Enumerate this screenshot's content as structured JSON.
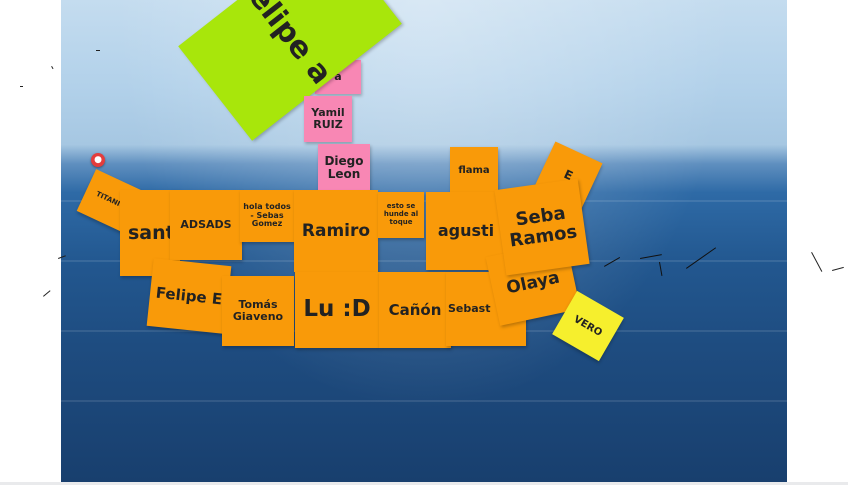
{
  "board": {
    "notes": {
      "felipe_a": "elipe a",
      "pink_small": "a",
      "yamil": "Yamil RUIZ",
      "diego": "Diego Leon",
      "flama": "flama",
      "titanic": "TITANIC",
      "santi": "santi",
      "adsads": "ADSADS",
      "hola": "hola todos - Sebas Gomez",
      "ramiro": "Ramiro",
      "hunde": "esto se hunde al toque",
      "agusti": "agusti",
      "seba_ramos": "Seba Ramos",
      "stern_partial": "E",
      "felipe_e": "Felipe E",
      "tomas": "Tomás Giaveno",
      "lu": "Lu :D",
      "canon": "Cañón",
      "sebast": "Sebast",
      "olaya": "Olaya",
      "vero": "VERO"
    },
    "pin_icon": "pin-icon",
    "colors": {
      "orange": "#f99a09",
      "pink": "#f887b4",
      "yellow": "#f6ef2d",
      "lime": "#a8e60b"
    }
  }
}
